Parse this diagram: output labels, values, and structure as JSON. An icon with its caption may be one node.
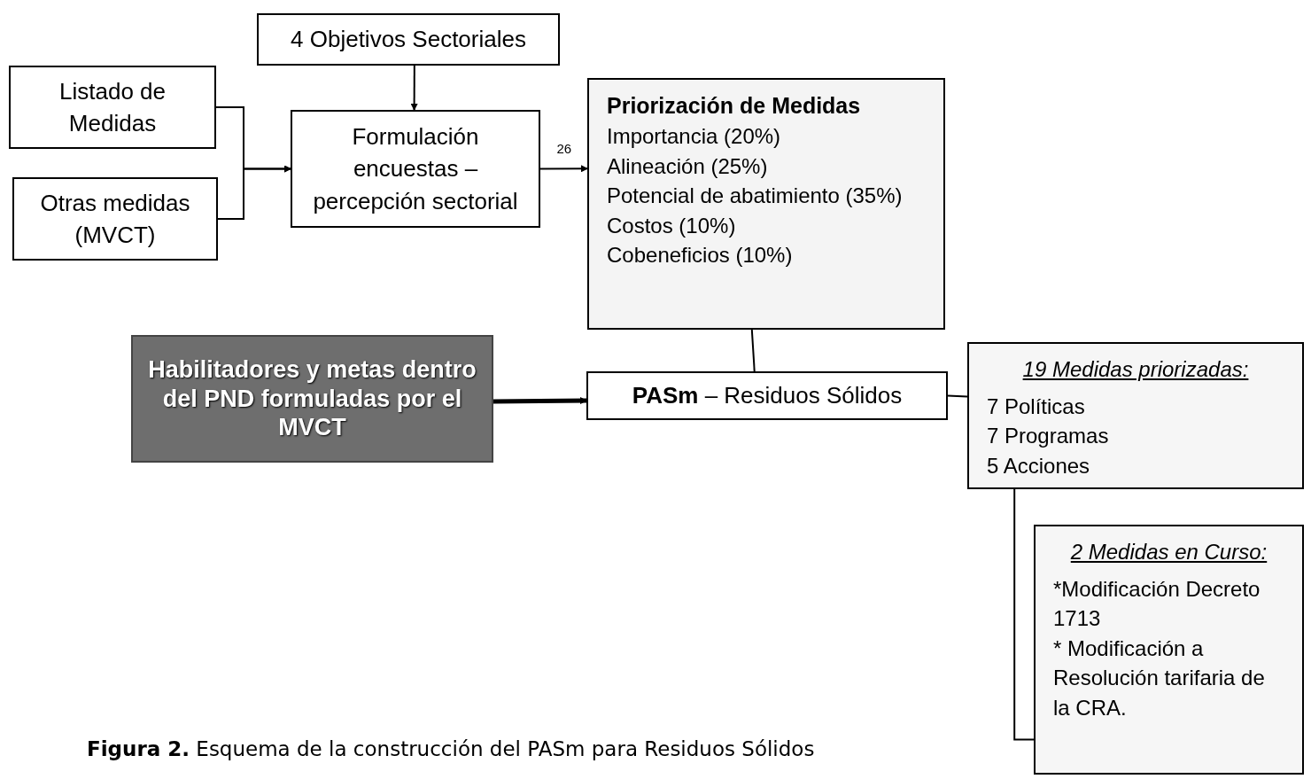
{
  "diagram": {
    "caption": "**Figura 2.** Esquema de la construcción del PASm para Residuos Sólidos",
    "nodes": [
      {
        "text": [
          "4 Objetivos Sectoriales"
        ]
      },
      {
        "text": [
          "Listado de Medidas"
        ]
      },
      {
        "text": [
          "Otras medidas (MVCT)"
        ]
      },
      {
        "text": [
          "Formulación encuestas – percepción sectorial"
        ]
      },
      {
        "text": [
          "Priorización de Medidas",
          "Importancia (20%)",
          "Alineación (25%)",
          "Potencial de abatimiento (35%)",
          "Costos (10%)",
          "Cobeneficios (10%)"
        ]
      },
      {
        "text": [
          "Habilitadores y metas dentro del PND formuladas por el MVCT"
        ]
      },
      {
        "text": [
          "**PASm** – Residuos Sólidos"
        ]
      },
      {
        "text": [
          "19 Medidas priorizadas:",
          "7 Políticas",
          "7 Programas",
          "5 Acciones"
        ]
      },
      {
        "text": [
          "2 Medidas en Curso:",
          "*Modificación Decreto 1713",
          "* Modificación a Resolución tarifaria de la CRA."
        ]
      }
    ],
    "edges": [
      {
        "from": 0,
        "to": 3,
        "arrow": "to"
      },
      {
        "from": 1,
        "to": 3,
        "arrow": "to"
      },
      {
        "from": 2,
        "to": 3,
        "arrow": "to"
      },
      {
        "from": 3,
        "to": 4,
        "arrow": "to",
        "label": "26"
      },
      {
        "from": 4,
        "to": 6,
        "arrow": "none"
      },
      {
        "from": 5,
        "to": 6,
        "arrow": "to",
        "style": "thick"
      },
      {
        "from": 6,
        "to": 7,
        "arrow": "none"
      },
      {
        "from": 7,
        "to": 8,
        "arrow": "none"
      }
    ]
  }
}
